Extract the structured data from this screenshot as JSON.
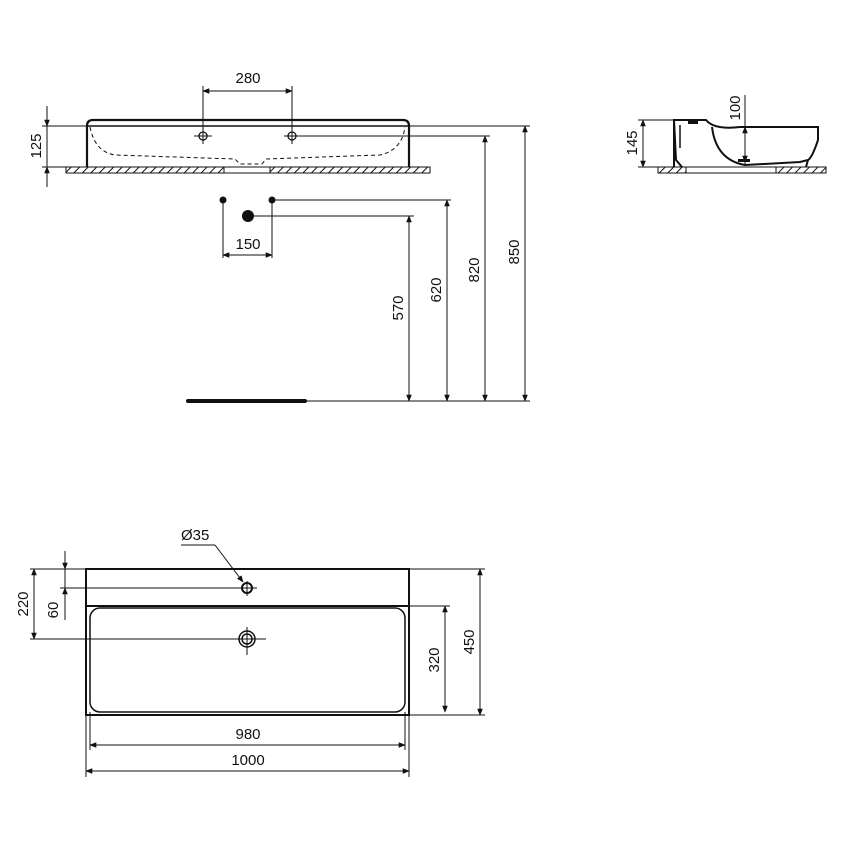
{
  "drawing": {
    "title": "Wall-mounted basin technical drawing",
    "units": "mm",
    "line_color": "#111111",
    "background": "#ffffff"
  },
  "front_view": {
    "labels": {
      "tap_hole_spacing": "280",
      "basin_height": "125",
      "waste_spacing": "150",
      "waste_height": "570",
      "supply_height": "620",
      "top_rim_height": "820",
      "overall_height": "850"
    }
  },
  "side_view": {
    "labels": {
      "bowl_depth": "100",
      "basin_height": "145"
    }
  },
  "top_view": {
    "labels": {
      "tap_hole_diameter": "Ø35",
      "tap_hole_offset": "220",
      "tap_hole_from_back": "60",
      "bowl_depth_front": "320",
      "overall_depth": "450",
      "bowl_width": "980",
      "overall_width": "1000"
    }
  }
}
